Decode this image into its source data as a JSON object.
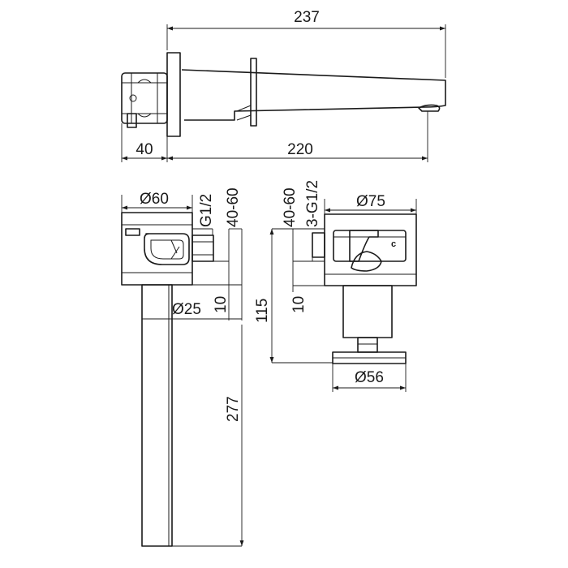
{
  "top_view": {
    "overall_length": "237",
    "wall_depth": "40",
    "spout_reach": "220"
  },
  "left_view": {
    "body_diameter": "Ø60",
    "thread": "G1/2",
    "depth_range": "40-60",
    "pipe_diameter": "Ø25",
    "wall_offset": "10",
    "spout_length": "277"
  },
  "right_view": {
    "depth_range": "40-60",
    "thread": "3-G1/2",
    "body_diameter": "Ø75",
    "wall_offset": "10",
    "height": "115",
    "handle_diameter": "Ø56",
    "cold_mark": "c"
  }
}
